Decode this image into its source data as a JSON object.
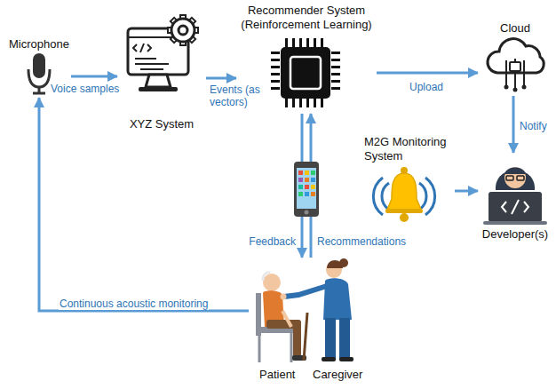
{
  "diagram": {
    "nodes": [
      {
        "text": [
          "Microphone"
        ]
      },
      {
        "text": [
          "XYZ System"
        ]
      },
      {
        "text": [
          "Recommender System (Reinforcement Learning)"
        ]
      },
      {
        "text": [
          "Cloud"
        ]
      },
      {
        "text": [
          "M2G Monitoring System"
        ]
      },
      {
        "text": [
          "Developer(s)"
        ]
      },
      {
        "text": [
          "Patient",
          "Caregiver"
        ]
      }
    ],
    "edges": [
      {
        "from": 0,
        "to": 1,
        "label": "Voice samples",
        "arrow": "to"
      },
      {
        "from": 1,
        "to": 2,
        "label": "Events (as vectors)",
        "arrow": "to"
      },
      {
        "from": 2,
        "to": 3,
        "label": "Upload",
        "arrow": "to"
      },
      {
        "from": 3,
        "to": 5,
        "label": "Notify",
        "arrow": "to"
      },
      {
        "from": 4,
        "to": 5,
        "arrow": "to"
      },
      {
        "from": 2,
        "to": 6,
        "label": "Recommendations",
        "arrow": "to"
      },
      {
        "from": 6,
        "to": 2,
        "label": "Feedback",
        "arrow": "to"
      },
      {
        "from": 6,
        "to": 0,
        "label": "Continuous acoustic monitoring",
        "arrow": "to"
      }
    ]
  }
}
